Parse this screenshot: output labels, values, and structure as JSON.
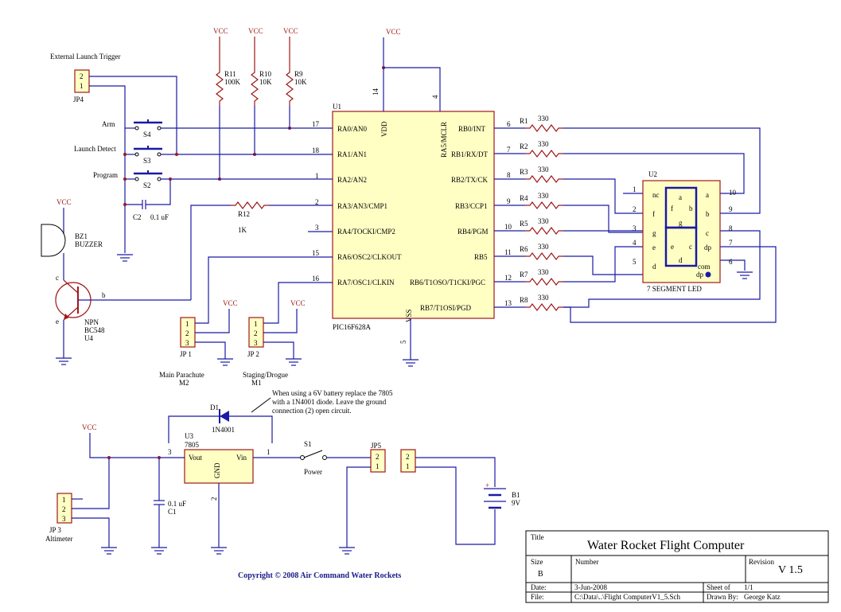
{
  "diagram": {
    "external_trigger": "External Launch Trigger",
    "jp4": {
      "ref": "JP4",
      "pins": [
        "2",
        "1"
      ]
    },
    "switches": {
      "arm": {
        "label": "Arm",
        "ref": "S4"
      },
      "launch": {
        "label": "Launch Detect",
        "ref": "S3"
      },
      "program": {
        "label": "Program",
        "ref": "S2"
      }
    },
    "c2": {
      "ref": "C2",
      "value": "0.1 uF"
    },
    "vcc": "VCC",
    "r11": {
      "ref": "R11",
      "value": "100K"
    },
    "r10": {
      "ref": "R10",
      "value": "10K"
    },
    "r9": {
      "ref": "R9",
      "value": "10K"
    },
    "buzzer": {
      "ref": "BZ1",
      "name": "BUZZER"
    },
    "q": {
      "type": "NPN",
      "part": "BC548",
      "ref": "U4",
      "c": "c",
      "b": "b",
      "e": "e"
    },
    "u1": {
      "ref": "U1",
      "part": "PIC16F628A",
      "vdd": "VDD",
      "vss": "VSS",
      "mclr": "RA5/MCLR",
      "pin14": "14",
      "pin4": "4",
      "pin5": "5",
      "left_pins": [
        {
          "num": "17",
          "name": "RA0/AN0"
        },
        {
          "num": "18",
          "name": "RA1/AN1"
        },
        {
          "num": "1",
          "name": "RA2/AN2"
        },
        {
          "num": "2",
          "name": "RA3/AN3/CMP1"
        },
        {
          "num": "3",
          "name": "RA4/TOCKI/CMP2"
        },
        {
          "num": "15",
          "name": "RA6/OSC2/CLKOUT"
        },
        {
          "num": "16",
          "name": "RA7/OSC1/CLKIN"
        }
      ],
      "right_pins": [
        {
          "num": "6",
          "name": "RB0/INT"
        },
        {
          "num": "7",
          "name": "RB1/RX/DT"
        },
        {
          "num": "8",
          "name": "RB2/TX/CK"
        },
        {
          "num": "9",
          "name": "RB3/CCP1"
        },
        {
          "num": "10",
          "name": "RB4/PGM"
        },
        {
          "num": "11",
          "name": "RB5"
        },
        {
          "num": "12",
          "name": "RB6/T1OSO/T1CKI/PGC"
        },
        {
          "num": "13",
          "name": "RB7/T1OSI/PGD"
        }
      ]
    },
    "r12": {
      "ref": "R12",
      "value": "1K"
    },
    "resistors": [
      {
        "ref": "R1",
        "value": "330"
      },
      {
        "ref": "R2",
        "value": "330"
      },
      {
        "ref": "R3",
        "value": "330"
      },
      {
        "ref": "R4",
        "value": "330"
      },
      {
        "ref": "R5",
        "value": "330"
      },
      {
        "ref": "R6",
        "value": "330"
      },
      {
        "ref": "R7",
        "value": "330"
      },
      {
        "ref": "R8",
        "value": "330"
      }
    ],
    "u2": {
      "ref": "U2",
      "name": "7 SEGMENT LED",
      "left": [
        {
          "num": "1",
          "name": "nc"
        },
        {
          "num": "2",
          "name": "f"
        },
        {
          "num": "3",
          "name": "g"
        },
        {
          "num": "4",
          "name": "e"
        },
        {
          "num": "5",
          "name": "d"
        }
      ],
      "right": [
        {
          "num": "10",
          "name": "a"
        },
        {
          "num": "9",
          "name": "b"
        },
        {
          "num": "8",
          "name": "c"
        },
        {
          "num": "7",
          "name": "dp"
        },
        {
          "num": "6",
          "name": "com"
        }
      ],
      "segs": {
        "a": "a",
        "b": "b",
        "c": "c",
        "d": "d",
        "e": "e",
        "f": "f",
        "g": "g",
        "dp": "dp"
      }
    },
    "jp1": {
      "ref": "JP 1",
      "pins": [
        "1",
        "2",
        "3"
      ],
      "label": "Main Parachute",
      "sub": "M2"
    },
    "jp2": {
      "ref": "JP 2",
      "pins": [
        "1",
        "2",
        "3"
      ],
      "label": "Staging/Drogue",
      "sub": "M1"
    },
    "note": [
      "When using a 6V battery replace the 7805",
      "with a 1N4001 diode. Leave the ground",
      "connection (2) open circuit."
    ],
    "d1": {
      "ref": "D1",
      "part": "1N4001"
    },
    "u3": {
      "ref": "U3",
      "part": "7805",
      "vout": "Vout",
      "vin": "Vin",
      "gnd": "GND",
      "p3": "3",
      "p1": "1",
      "p2": "2"
    },
    "s1": {
      "ref": "S1",
      "label": "Power"
    },
    "jp5": {
      "ref": "JP5",
      "pins": [
        "2",
        "1"
      ]
    },
    "bat_conn": {
      "pins": [
        "2",
        "1"
      ]
    },
    "b1": {
      "ref": "B1",
      "value": "9V",
      "plus": "+"
    },
    "c1": {
      "ref": "C1",
      "value": "0.1 uF"
    },
    "jp3": {
      "ref": "JP 3",
      "label": "Altimeter",
      "pins": [
        "1",
        "2",
        "3"
      ]
    },
    "copyright": "Copyright © 2008 Air Command Water Rockets"
  },
  "title_block": {
    "title_label": "Title",
    "title": "Water Rocket Flight Computer",
    "size_label": "Size",
    "size": "B",
    "number_label": "Number",
    "revision_label": "Revision",
    "revision": "V 1.5",
    "date_label": "Date:",
    "date": "3-Jun-2008",
    "sheet_label": "Sheet of",
    "sheet": "1/1",
    "file_label": "File:",
    "file": "C:\\Data\\..\\Flight ComputerV1_5.Sch",
    "drawn_label": "Drawn By:",
    "drawn": "George Katz"
  }
}
